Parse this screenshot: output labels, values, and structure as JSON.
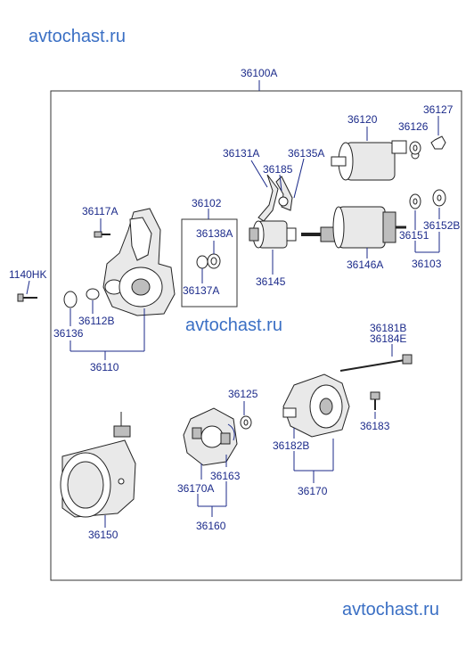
{
  "watermarks": {
    "top": "avtochast.ru",
    "middle": "avtochast.ru",
    "bottom": "avtochast.ru"
  },
  "labels": {
    "assembly": "36100A",
    "p36120": "36120",
    "p36126": "36126",
    "p36127": "36127",
    "p36131A": "36131A",
    "p36135A": "36135A",
    "p36185": "36185",
    "p36102": "36102",
    "p36117A": "36117A",
    "p36138A": "36138A",
    "p36152B": "36152B",
    "p36151": "36151",
    "p36103": "36103",
    "p1140HK": "1140HK",
    "p36137A": "36137A",
    "p36145": "36145",
    "p36146A": "36146A",
    "p36112B": "36112B",
    "p36136": "36136",
    "p36110": "36110",
    "p36181B": "36181B",
    "p36184E": "36184E",
    "p36125": "36125",
    "p36183": "36183",
    "p36182B": "36182B",
    "p36163": "36163",
    "p36170A": "36170A",
    "p36170": "36170",
    "p36160": "36160",
    "p36150": "36150"
  }
}
